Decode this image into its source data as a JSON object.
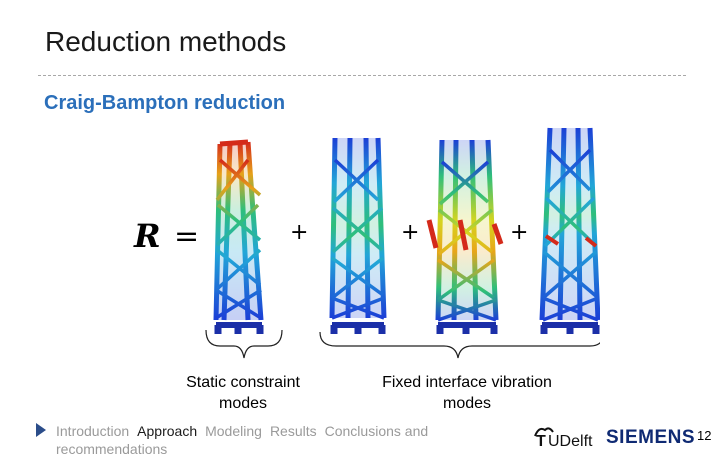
{
  "slide": {
    "title": "Reduction methods",
    "subtitle": "Craig-Bampton reduction"
  },
  "figure": {
    "equation_lhs": "R",
    "equation_eq": "=",
    "plus_signs": [
      "+",
      "+",
      "+"
    ],
    "tower_modes": [
      "static constraint mode",
      "fixed interface vibration mode 1",
      "fixed interface vibration mode 2",
      "fixed interface vibration mode 3"
    ],
    "colors": {
      "low": "#1c3fd6",
      "mid": "#2fbf7a",
      "mid_high": "#d6d51f",
      "high": "#d42a1a",
      "base": "#1b2fa8"
    }
  },
  "captions": {
    "static_line1": "Static constraint",
    "static_line2": "modes",
    "fixed_line1": "Fixed interface vibration",
    "fixed_line2": "modes"
  },
  "footer": {
    "nav_items": [
      {
        "label": "Introduction",
        "active": false
      },
      {
        "label": "Approach",
        "active": true
      },
      {
        "label": "Modeling",
        "active": false
      },
      {
        "label": "Results",
        "active": false
      },
      {
        "label": "Conclusions and",
        "active": false
      }
    ],
    "nav_second_line": "recommendations",
    "logo_tud_t": "T",
    "logo_tud_rest": "UDelft",
    "logo_siemens": "SIEMENS",
    "page_number": "12"
  }
}
